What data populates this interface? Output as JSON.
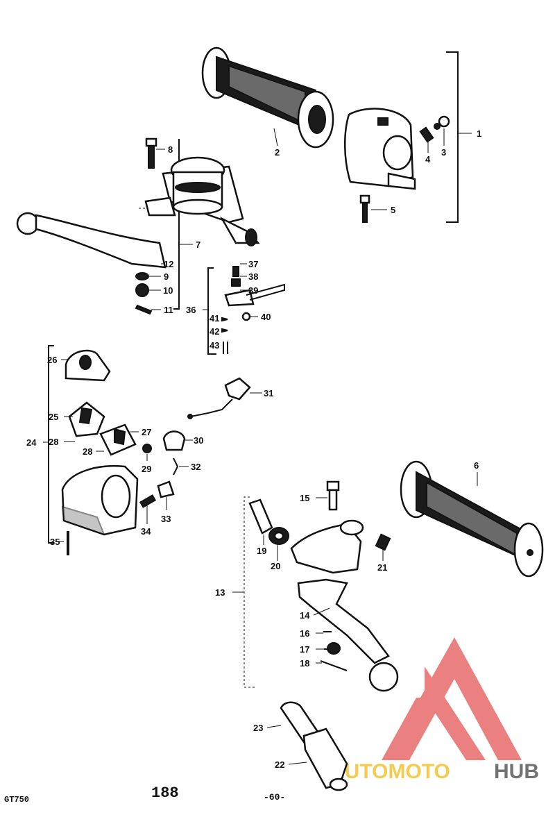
{
  "diagram": {
    "labels": [
      {
        "id": "1",
        "text": "1"
      },
      {
        "id": "2",
        "text": "2"
      },
      {
        "id": "3",
        "text": "3"
      },
      {
        "id": "4",
        "text": "4"
      },
      {
        "id": "5",
        "text": "5"
      },
      {
        "id": "6",
        "text": "6"
      },
      {
        "id": "7",
        "text": "7"
      },
      {
        "id": "8",
        "text": "8"
      },
      {
        "id": "9",
        "text": "9"
      },
      {
        "id": "10",
        "text": "10"
      },
      {
        "id": "11",
        "text": "11"
      },
      {
        "id": "12",
        "text": "12"
      },
      {
        "id": "13",
        "text": "13"
      },
      {
        "id": "14",
        "text": "14"
      },
      {
        "id": "15",
        "text": "15"
      },
      {
        "id": "16",
        "text": "16"
      },
      {
        "id": "17",
        "text": "17"
      },
      {
        "id": "18",
        "text": "18"
      },
      {
        "id": "19",
        "text": "19"
      },
      {
        "id": "20",
        "text": "20"
      },
      {
        "id": "21",
        "text": "21"
      },
      {
        "id": "22",
        "text": "22"
      },
      {
        "id": "23",
        "text": "23"
      },
      {
        "id": "24",
        "text": "24"
      },
      {
        "id": "25",
        "text": "25"
      },
      {
        "id": "26",
        "text": "26"
      },
      {
        "id": "27",
        "text": "27"
      },
      {
        "id": "28a",
        "text": "28"
      },
      {
        "id": "28b",
        "text": "28"
      },
      {
        "id": "29",
        "text": "29"
      },
      {
        "id": "30",
        "text": "30"
      },
      {
        "id": "31",
        "text": "31"
      },
      {
        "id": "32",
        "text": "32"
      },
      {
        "id": "33",
        "text": "33"
      },
      {
        "id": "34",
        "text": "34"
      },
      {
        "id": "35",
        "text": "35"
      },
      {
        "id": "36",
        "text": "36"
      },
      {
        "id": "37",
        "text": "37"
      },
      {
        "id": "38",
        "text": "38"
      },
      {
        "id": "39",
        "text": "39"
      },
      {
        "id": "40",
        "text": "40"
      },
      {
        "id": "41",
        "text": "41"
      },
      {
        "id": "42",
        "text": "42"
      },
      {
        "id": "43",
        "text": "43"
      }
    ]
  },
  "footer": {
    "model": "GT750",
    "page_number": "188",
    "sub_page": "-60-"
  },
  "watermark": {
    "brand_part1": "AUTOMOTO",
    "brand_part2": "HUB",
    "colors": {
      "triangle": "#e86a6a",
      "auto": "#f1c232",
      "hub": "#5a5a5a"
    }
  }
}
